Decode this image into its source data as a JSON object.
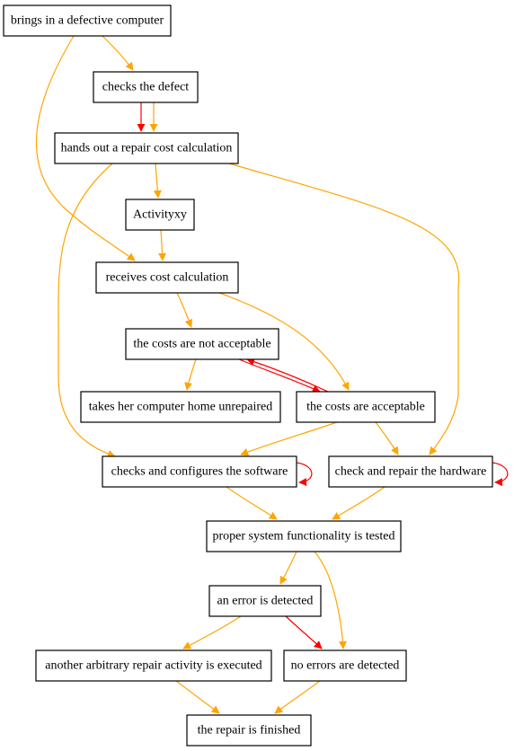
{
  "colors": {
    "edge_primary": "#FFA500",
    "edge_loop": "#FF0000",
    "node_border": "#000000",
    "node_fill": "#FFFFFF",
    "background": "#FFFFFF"
  },
  "nodes": [
    {
      "id": "defective",
      "label": "brings in a defective computer"
    },
    {
      "id": "checks_defect",
      "label": "checks the defect"
    },
    {
      "id": "repair_calc",
      "label": "hands out a repair cost calculation"
    },
    {
      "id": "activityxy",
      "label": "Activityxy"
    },
    {
      "id": "receives_calc",
      "label": "receives cost calculation"
    },
    {
      "id": "not_acceptable",
      "label": "the costs are not acceptable"
    },
    {
      "id": "home_unrepaired",
      "label": "takes her computer home unrepaired"
    },
    {
      "id": "acceptable",
      "label": "the costs are acceptable"
    },
    {
      "id": "software",
      "label": "checks and configures the software"
    },
    {
      "id": "hardware",
      "label": "check and repair the hardware"
    },
    {
      "id": "tested",
      "label": "proper system functionality is tested"
    },
    {
      "id": "error",
      "label": "an error is detected"
    },
    {
      "id": "another_repair",
      "label": "another arbitrary repair activity is executed"
    },
    {
      "id": "no_errors",
      "label": "no errors are detected"
    },
    {
      "id": "finished",
      "label": "the repair is finished"
    }
  ],
  "edges": [
    {
      "from": "defective",
      "to": "checks_defect",
      "color": "orange"
    },
    {
      "from": "defective",
      "to": "receives_calc",
      "color": "orange"
    },
    {
      "from": "checks_defect",
      "to": "repair_calc",
      "color": "red"
    },
    {
      "from": "checks_defect",
      "to": "repair_calc",
      "color": "orange"
    },
    {
      "from": "repair_calc",
      "to": "activityxy",
      "color": "orange"
    },
    {
      "from": "repair_calc",
      "to": "software",
      "color": "orange"
    },
    {
      "from": "repair_calc",
      "to": "hardware",
      "color": "orange"
    },
    {
      "from": "activityxy",
      "to": "receives_calc",
      "color": "orange"
    },
    {
      "from": "receives_calc",
      "to": "not_acceptable",
      "color": "orange"
    },
    {
      "from": "receives_calc",
      "to": "acceptable",
      "color": "orange"
    },
    {
      "from": "not_acceptable",
      "to": "home_unrepaired",
      "color": "orange"
    },
    {
      "from": "not_acceptable",
      "to": "acceptable",
      "color": "red"
    },
    {
      "from": "acceptable",
      "to": "not_acceptable",
      "color": "red"
    },
    {
      "from": "acceptable",
      "to": "software",
      "color": "orange"
    },
    {
      "from": "acceptable",
      "to": "hardware",
      "color": "orange"
    },
    {
      "from": "software",
      "to": "software",
      "color": "red"
    },
    {
      "from": "hardware",
      "to": "hardware",
      "color": "red"
    },
    {
      "from": "software",
      "to": "tested",
      "color": "orange"
    },
    {
      "from": "hardware",
      "to": "tested",
      "color": "orange"
    },
    {
      "from": "tested",
      "to": "error",
      "color": "orange"
    },
    {
      "from": "tested",
      "to": "no_errors",
      "color": "orange"
    },
    {
      "from": "error",
      "to": "another_repair",
      "color": "orange"
    },
    {
      "from": "error",
      "to": "no_errors",
      "color": "red"
    },
    {
      "from": "another_repair",
      "to": "finished",
      "color": "orange"
    },
    {
      "from": "no_errors",
      "to": "finished",
      "color": "orange"
    }
  ]
}
